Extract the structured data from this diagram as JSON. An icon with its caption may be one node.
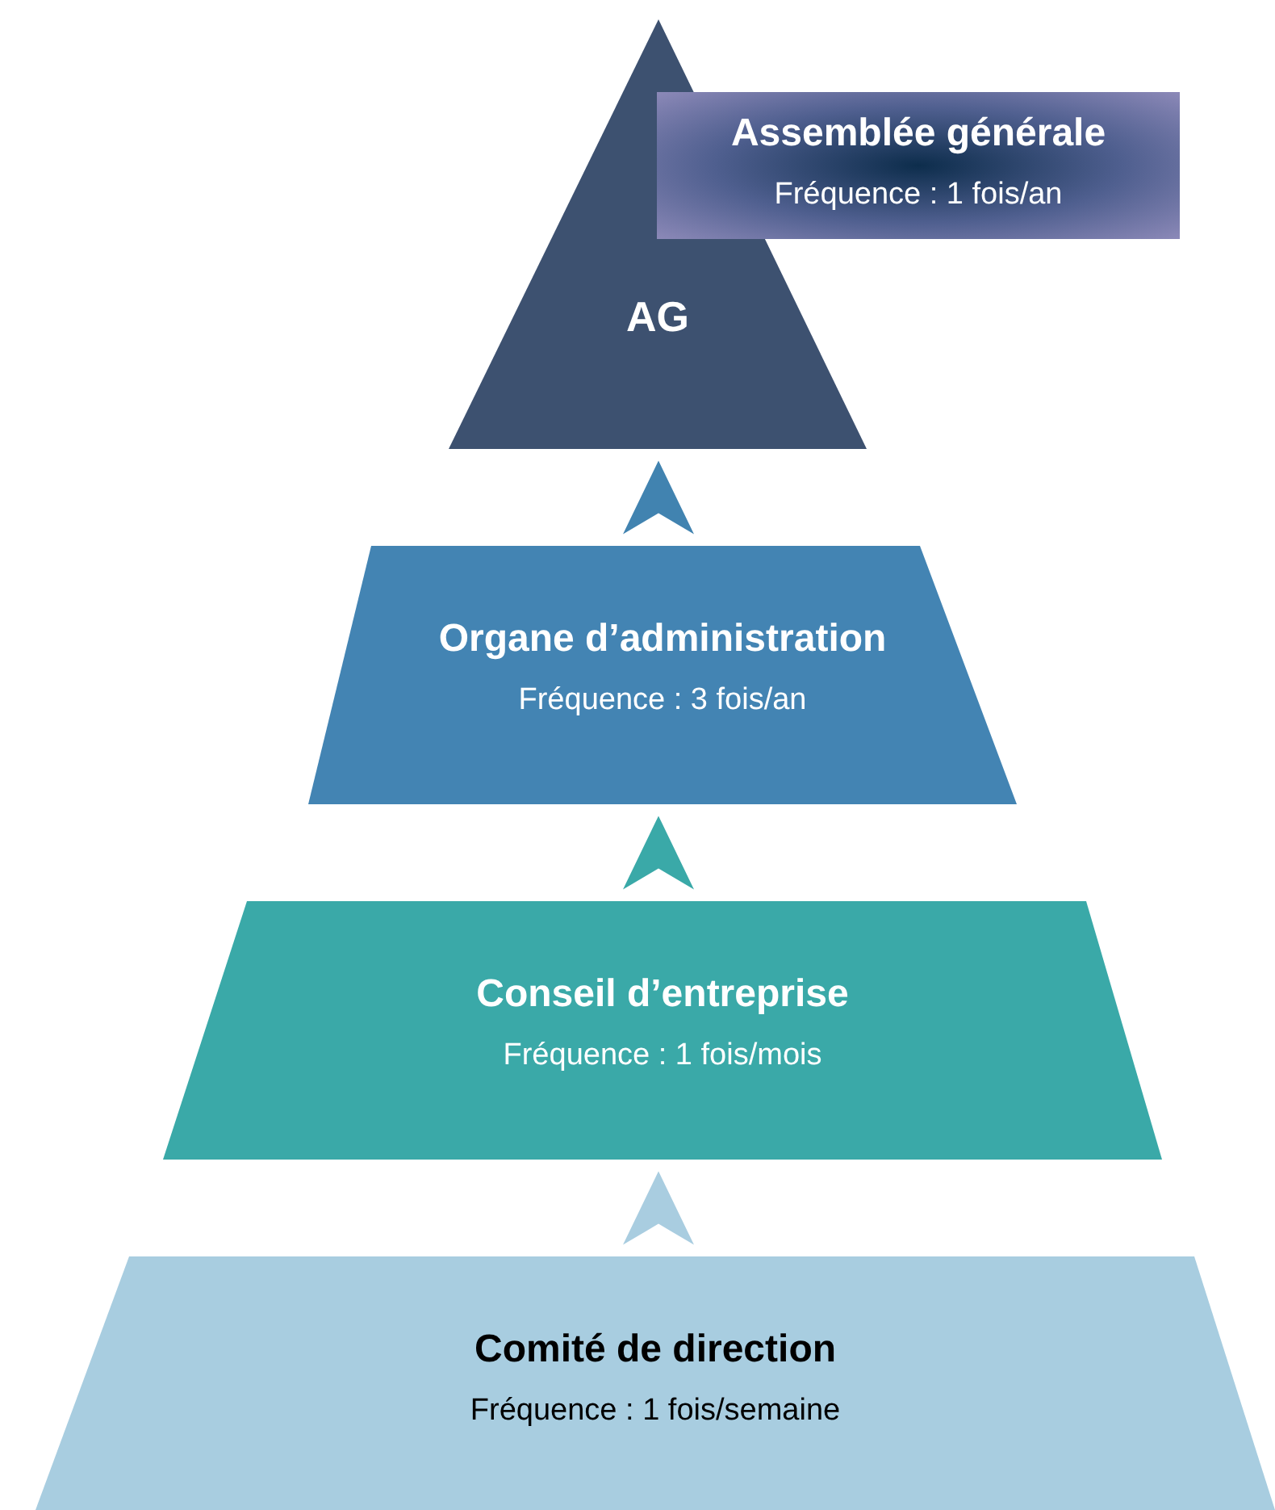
{
  "diagram": {
    "nodes": [
      {
        "text": [
          "AG"
        ]
      },
      {
        "text": [
          "Assemblée générale",
          "Fréquence : 1 fois/an"
        ]
      },
      {
        "text": [
          "Organe d’administration",
          "Fréquence : 3 fois/an"
        ]
      },
      {
        "text": [
          "Conseil d’entreprise",
          "Fréquence : 1 fois/mois"
        ]
      },
      {
        "text": [
          "Comité de direction",
          "Fréquence : 1 fois/semaine"
        ]
      }
    ],
    "edges": [
      {
        "from": 2,
        "to": 0,
        "arrow": "to",
        "color": "#4183b0"
      },
      {
        "from": 3,
        "to": 2,
        "arrow": "to",
        "color": "#3aa9a8"
      },
      {
        "from": 4,
        "to": 3,
        "arrow": "to",
        "color": "#a9cde0"
      }
    ]
  }
}
